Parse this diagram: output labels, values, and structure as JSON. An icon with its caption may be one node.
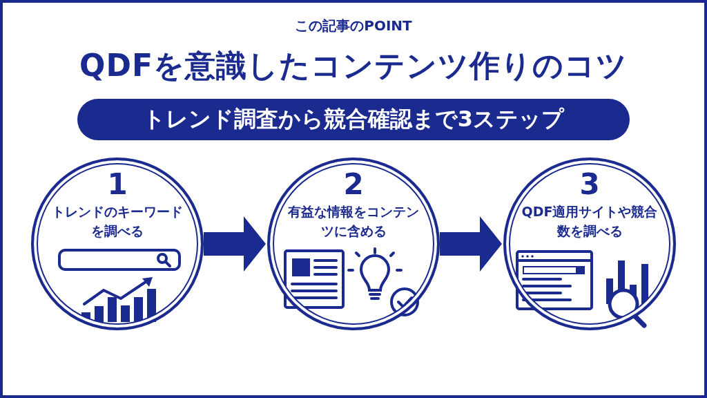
{
  "diagram": {
    "title": "QDFを意識したコンテンツ作りのコツ",
    "nodes": [
      {
        "text": [
          "トレンド調査から競合確認まで3ステップ"
        ]
      },
      {
        "text": [
          "1",
          "トレンドのキーワードを調べる"
        ]
      },
      {
        "text": [
          "2",
          "有益な情報をコンテンツに含める"
        ]
      },
      {
        "text": [
          "3",
          "QDF適用サイトや競合数を調べる"
        ]
      }
    ],
    "edges": [
      {
        "from": 1,
        "to": 2,
        "arrow": "to"
      },
      {
        "from": 2,
        "to": 3,
        "arrow": "to"
      }
    ],
    "labels": [
      "この記事のPOINT"
    ]
  }
}
